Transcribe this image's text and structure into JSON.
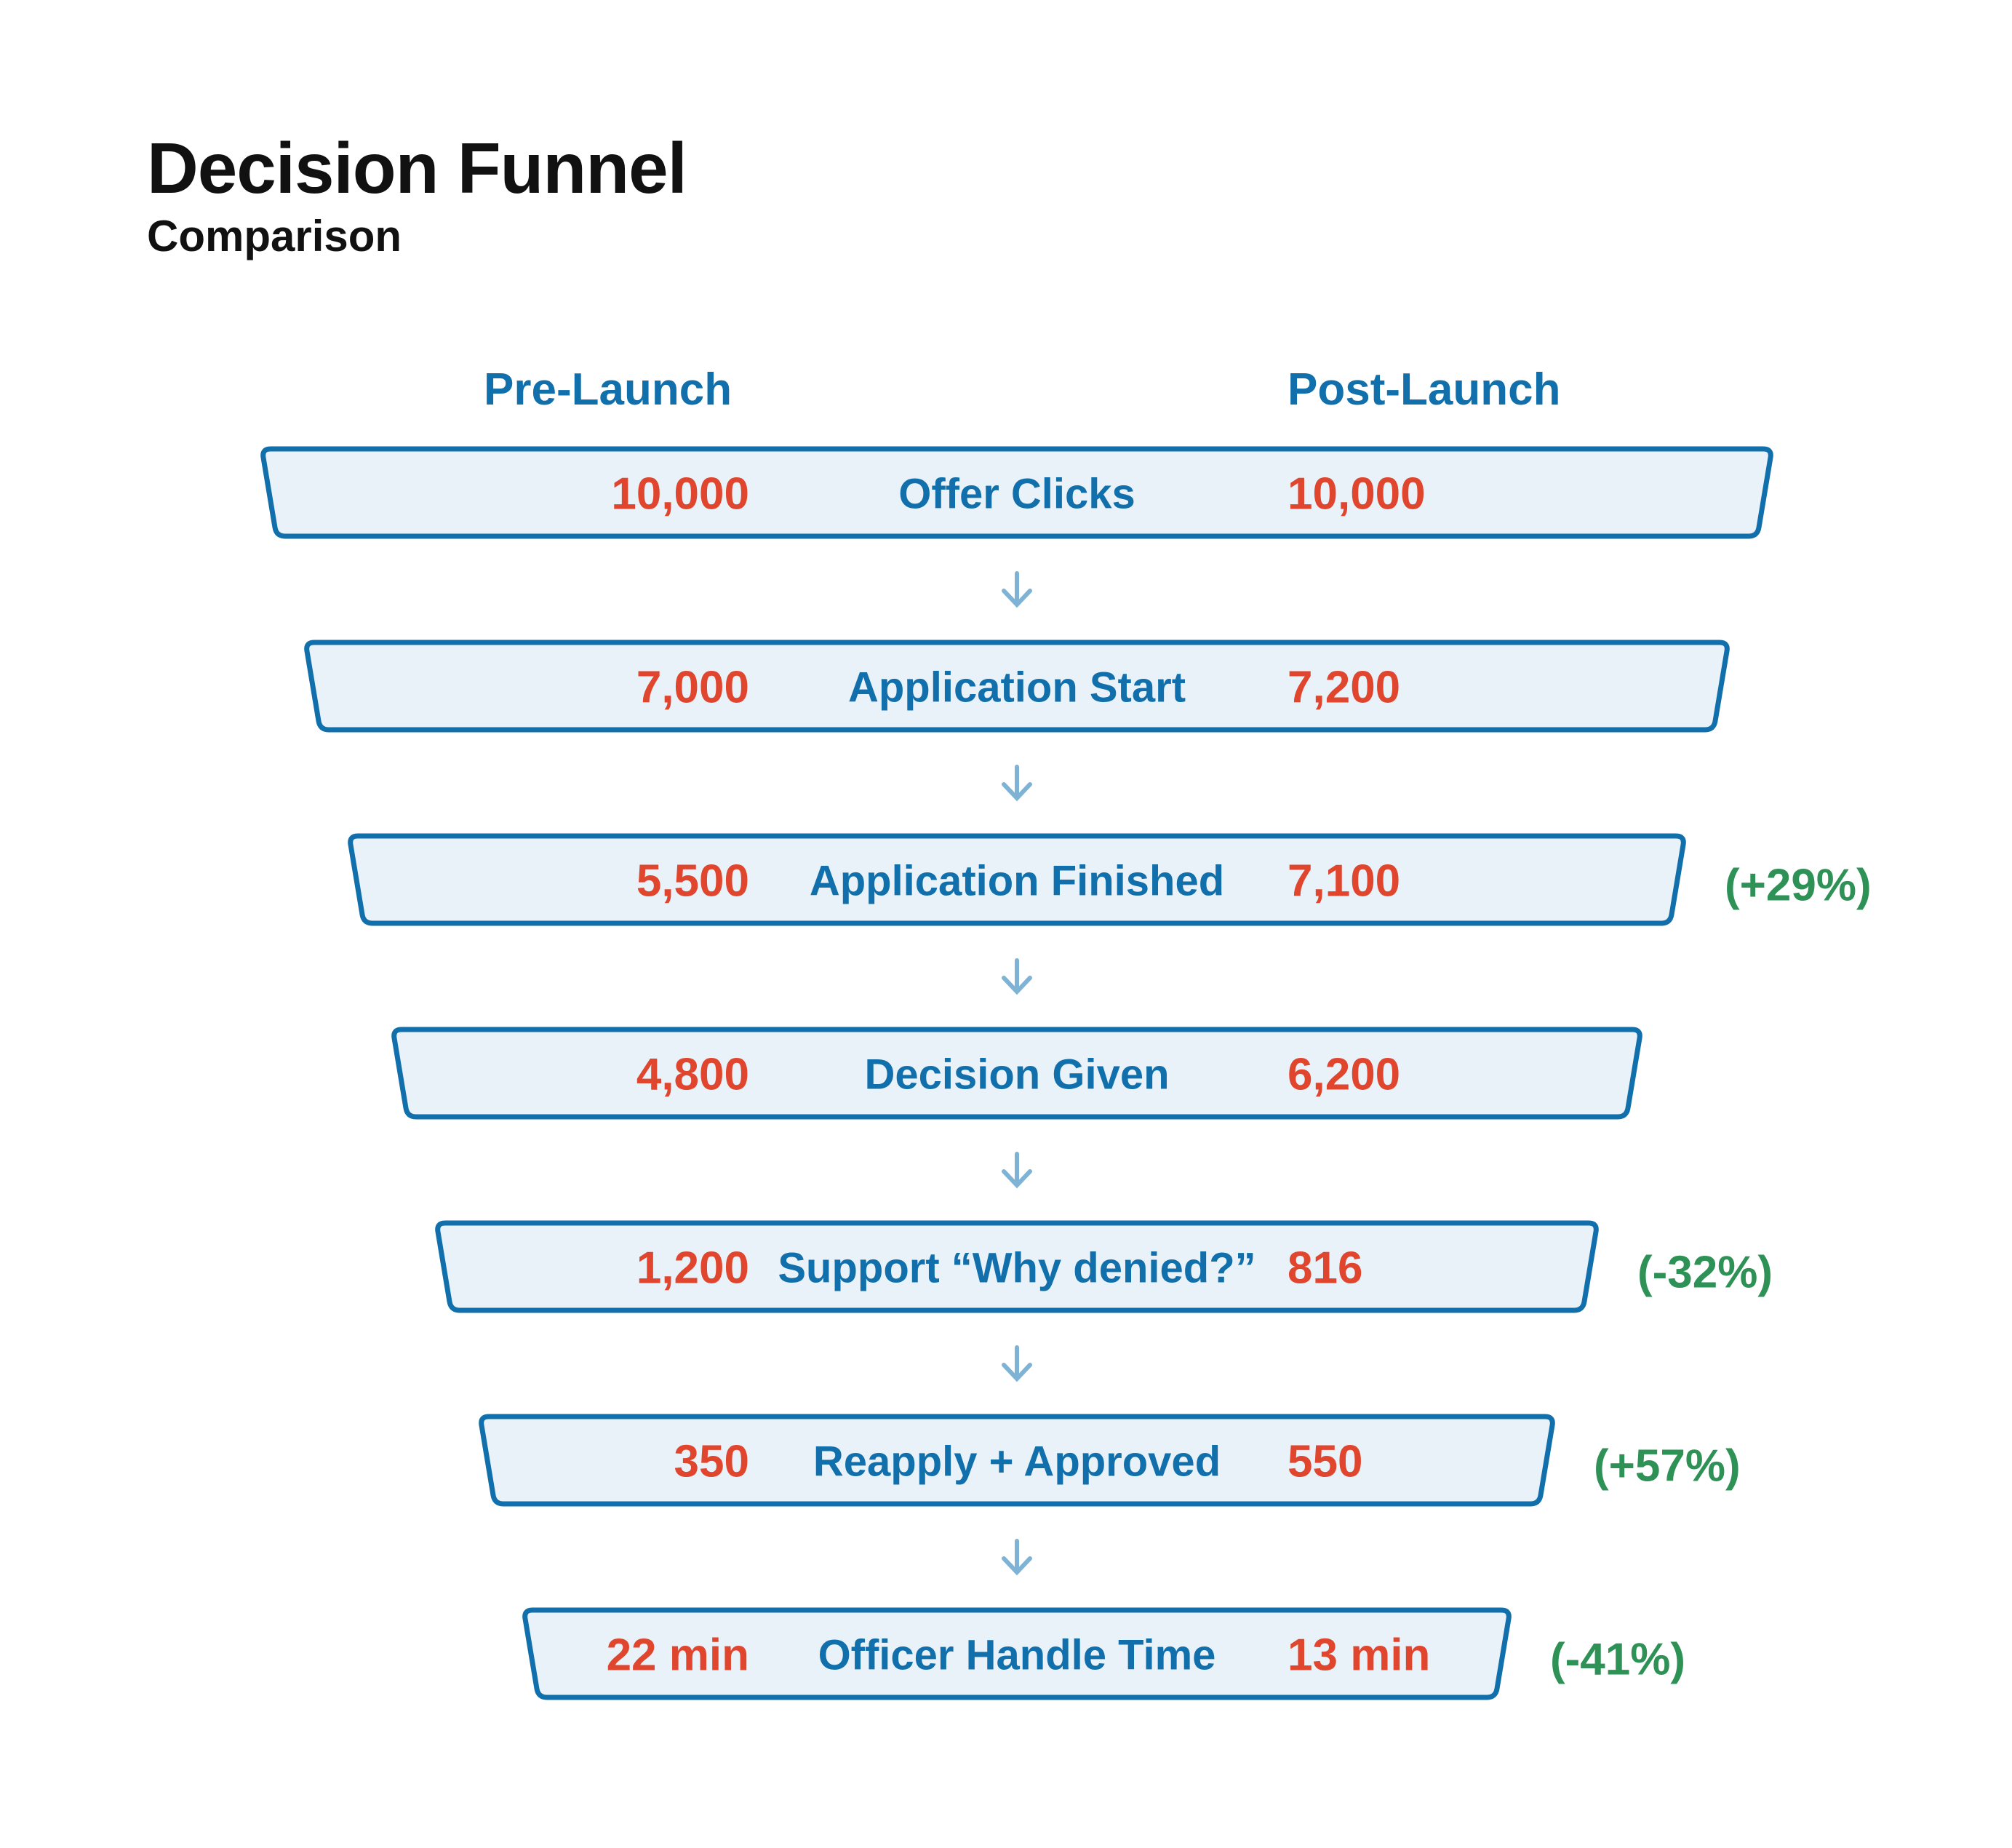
{
  "title": "Decision Funnel",
  "subtitle": "Comparison",
  "columns": {
    "pre": "Pre-Launch",
    "post": "Post-Launch"
  },
  "colors": {
    "box_fill": "#eaf2f9",
    "box_stroke": "#1170ab",
    "label": "#1170ab",
    "value": "#e0452e",
    "change": "#2e9156",
    "arrow": "#7fb3d5"
  },
  "stages": [
    {
      "label": "Offer Clicks",
      "pre": "10,000",
      "post": "10,000",
      "change": ""
    },
    {
      "label": "Application Start",
      "pre": "7,000",
      "post": "7,200",
      "change": ""
    },
    {
      "label": "Application Finished",
      "pre": "5,500",
      "post": "7,100",
      "change": "(+29%)"
    },
    {
      "label": "Decision Given",
      "pre": "4,800",
      "post": "6,200",
      "change": ""
    },
    {
      "label": "Support “Why denied?”",
      "pre": "1,200",
      "post": "816",
      "change": "(-32%)"
    },
    {
      "label": "Reapply + Approved",
      "pre": "350",
      "post": "550",
      "change": "(+57%)"
    },
    {
      "label": "Officer Handle Time",
      "pre": "22 min",
      "post": "13 min",
      "change": "(-41%)"
    }
  ]
}
